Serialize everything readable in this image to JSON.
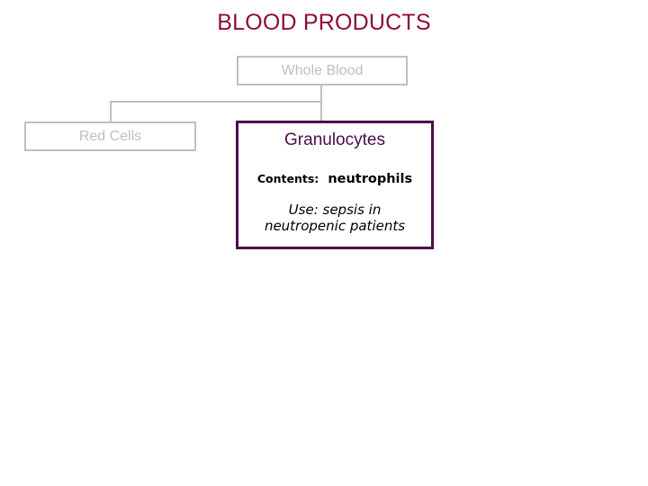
{
  "slide": {
    "title": "BLOOD PRODUCTS",
    "title_color": "#8B0F36",
    "background_color": "#ffffff"
  },
  "diagram": {
    "type": "hierarchy-tree",
    "dim_color": "#bfbfbf",
    "active_color": "#4B0D4B",
    "nodes": [
      {
        "id": "whole-blood",
        "label": "Whole Blood",
        "state": "dim",
        "level": 0
      },
      {
        "id": "red-cells",
        "label": "Red Cells",
        "state": "dim",
        "level": 1
      },
      {
        "id": "granulocytes",
        "label": "Granulocytes",
        "state": "active",
        "level": 1,
        "details": {
          "contents_label": "Contents:",
          "contents_value": "neutrophils",
          "use_line_1": "Use: sepsis in",
          "use_line_2": "neutropenic patients"
        }
      }
    ],
    "edges": [
      {
        "from": "whole-blood",
        "to": "red-cells"
      },
      {
        "from": "whole-blood",
        "to": "granulocytes"
      }
    ]
  }
}
